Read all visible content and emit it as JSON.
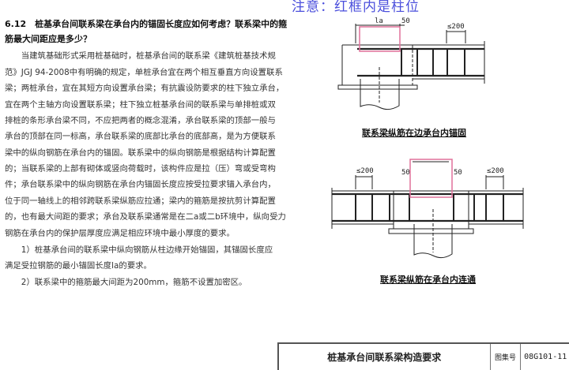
{
  "note": "注意：红框内是柱位",
  "question": {
    "number": "6.12",
    "title_lines": [
      "6.12　桩基承台间联系梁在承台内的锚固长度应如何考虑？联系梁中的箍",
      "筋最大间距应是多少？"
    ]
  },
  "body_lines": [
    "　　当建筑基础形式采用桩基础时，桩基承台间的联系梁《建筑桩基技术规",
    "范》JGJ 94-2008中有明确的规定，单桩承台宜在两个相互垂直方向设置联系",
    "梁；两桩承台，宜在其短方向设置承台梁；有抗震设防要求的柱下独立承台，",
    "宜在两个主轴方向设置联系梁；柱下独立桩基承台间的联系梁与单排桩或双",
    "排桩的条形承台梁不同，不应把两者的概念混淆，承台联系梁的顶部一般与",
    "承台的顶部在同一标高，承台联系梁的底部比承台的底部高，是为方便联系",
    "梁中的纵向钢筋在承台内的锚固。联系梁中的纵向钢筋是根据结构计算配置",
    "的；当联系梁的上部有砌体或竖向荷载时，该构件应是拉（压）弯或受弯构",
    "件；承台联系梁中的纵向钢筋在承台内锚固长度应按受拉要求锚入承台内，",
    "位于同一轴线上的相邻跨联系梁纵筋应拉通；梁内的箍筋是按抗剪计算配置",
    "的，也有最大间距的要求；承台及联系梁通常是在二a或二b环境中，纵向受力",
    "钢筋在承台内的保护层厚度应满足相应环境中最小厚度的要求。",
    "　　1）桩基承台间的联系梁中纵向钢筋从柱边缘开始锚固，其锚固长度应",
    "满足受拉钢筋的最小锚固长度la的要求。",
    "　　2）联系梁中的箍筋最大间距为200mm，箍筋不设置加密区。"
  ],
  "diagram1": {
    "caption": "联系梁纵筋在边承台内锚固",
    "dim_la": "la",
    "dim_50": "50",
    "dim_spacing": "≤200"
  },
  "diagram2": {
    "caption": "联系梁纵筋在承台内连通",
    "dim_50_left": "50",
    "dim_50_right": "50",
    "dim_spacing_left": "≤200",
    "dim_spacing_right": "≤200"
  },
  "title_block": {
    "title": "桩基承台间联系梁构造要求",
    "label": "图集号",
    "code": "08G101-11"
  },
  "colors": {
    "note": "#4b4fdc",
    "column_box": "#e0709a"
  }
}
